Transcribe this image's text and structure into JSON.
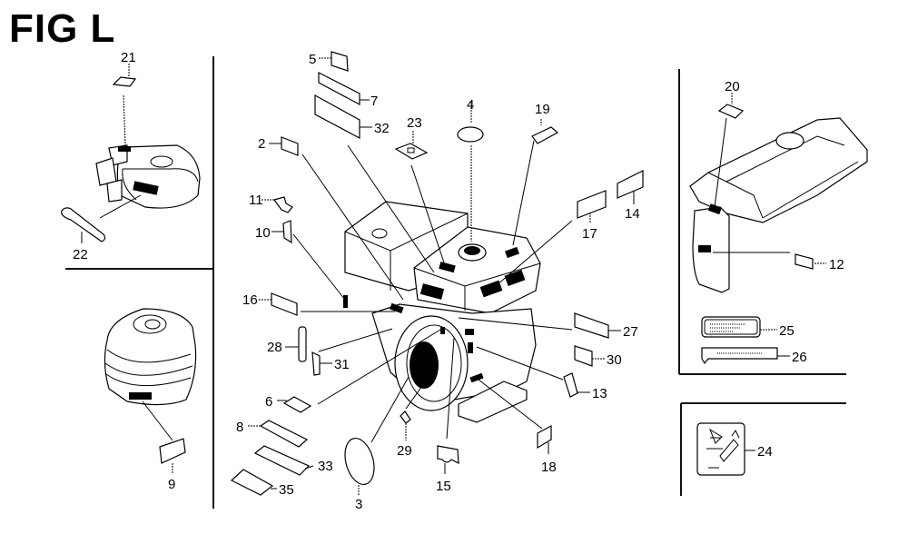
{
  "figure": {
    "title": "FIG L",
    "callouts": {
      "c2": "2",
      "c3": "3",
      "c4": "4",
      "c5": "5",
      "c6": "6",
      "c7": "7",
      "c8": "8",
      "c9": "9",
      "c10": "10",
      "c11": "11",
      "c12": "12",
      "c13": "13",
      "c14": "14",
      "c15": "15",
      "c16": "16",
      "c17": "17",
      "c18": "18",
      "c19": "19",
      "c20": "20",
      "c21": "21",
      "c22": "22",
      "c23": "23",
      "c24": "24",
      "c25": "25",
      "c26": "26",
      "c27": "27",
      "c28": "28",
      "c29": "29",
      "c30": "30",
      "c31": "31",
      "c32": "32",
      "c33": "33",
      "c35": "35"
    },
    "panels": [
      {
        "id": "fuel-tank-small",
        "callouts": [
          "21",
          "22"
        ]
      },
      {
        "id": "air-cleaner",
        "callouts": [
          "9"
        ]
      },
      {
        "id": "engine-main",
        "callouts": [
          "2",
          "3",
          "4",
          "5",
          "6",
          "7",
          "8",
          "10",
          "11",
          "13",
          "14",
          "15",
          "16",
          "17",
          "18",
          "19",
          "23",
          "27",
          "28",
          "29",
          "30",
          "31",
          "32",
          "33",
          "35"
        ]
      },
      {
        "id": "fuel-tank-large",
        "callouts": [
          "12",
          "20",
          "25",
          "26"
        ]
      },
      {
        "id": "warning-label",
        "callouts": [
          "24"
        ]
      }
    ]
  }
}
